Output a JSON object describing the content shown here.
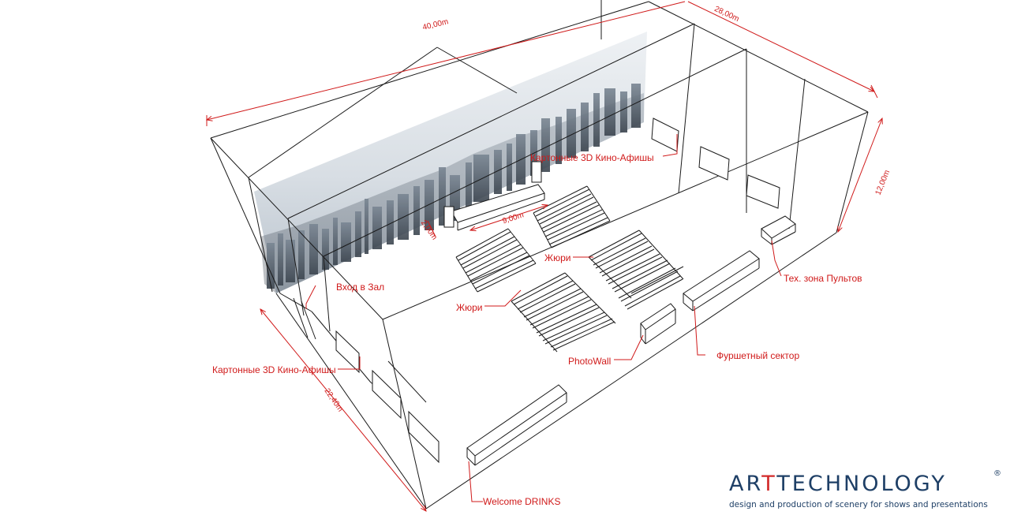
{
  "colors": {
    "dimension": "#d01a1a",
    "wireframe": "#1a1a1a",
    "brand_blue": "#1e3f66",
    "brand_red": "#d22a2a"
  },
  "dimensions": {
    "length": "40,00m",
    "width": "28,00m",
    "height": "12,00m",
    "side": "22,40m",
    "stage_width": "9,00m",
    "stage_depth": "2,00m"
  },
  "labels": {
    "cinema_posters_top": "Картонные 3D Кино-Афишы",
    "entrance": "Вход в Зал",
    "cinema_posters_left": "Картонные 3D Кино-Афишы",
    "jury_right": "Жюри",
    "jury_left": "Жюри",
    "tech_zone": "Тех. зона Пультов",
    "buffet": "Фуршетный сектор",
    "photowall": "PhotoWall",
    "welcome_drinks": "Welcome DRINKS"
  },
  "logo": {
    "pre": "AR",
    "accent": "T",
    "post": "TECHNOLOGY",
    "reg": "®",
    "tagline": "design and production of scenery for shows and presentations"
  }
}
